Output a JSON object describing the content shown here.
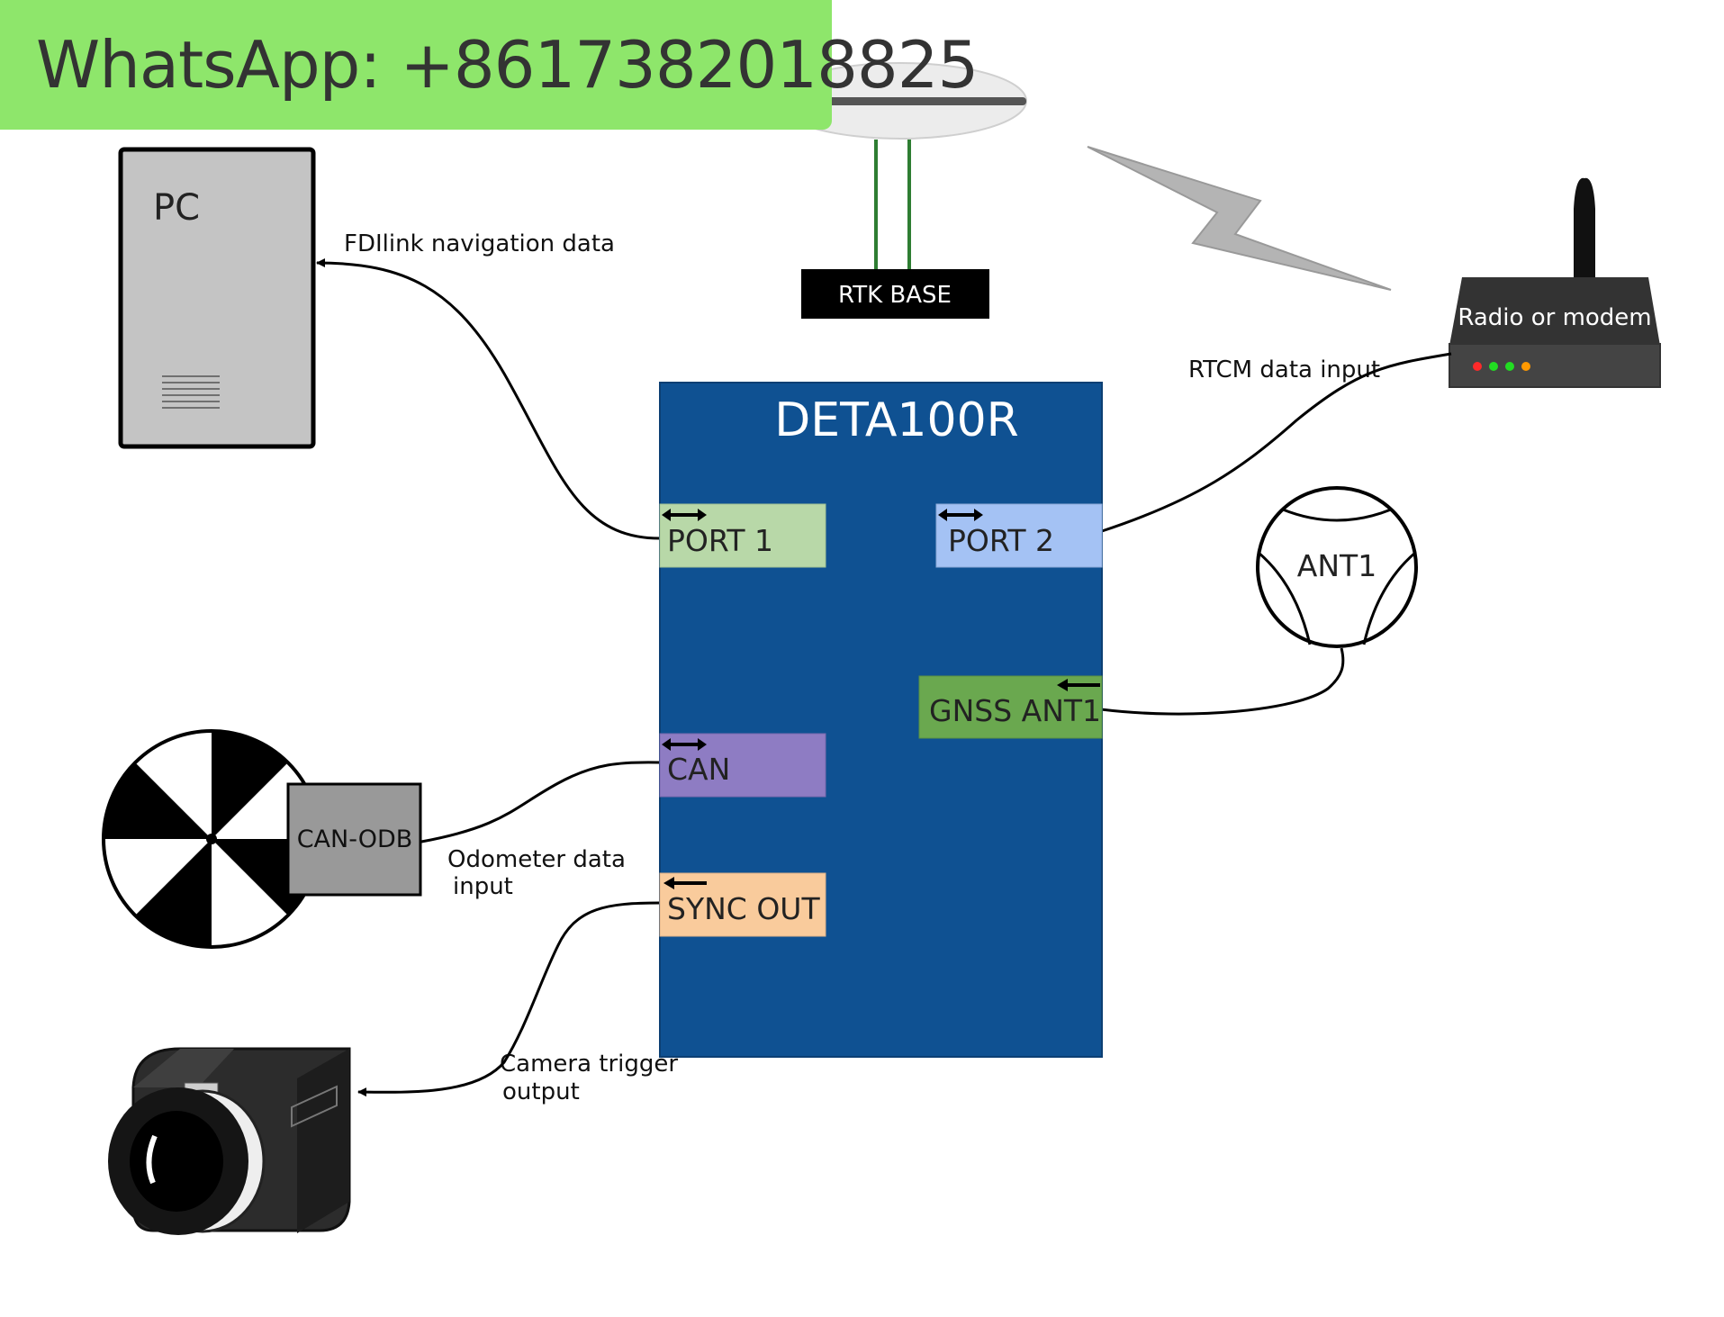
{
  "banner": {
    "text": "WhatsApp: +8617382018825",
    "color": "#8ee66b"
  },
  "main_module": {
    "title": "DETA100R",
    "color": "#0f5192"
  },
  "ports": {
    "port1": {
      "label": "PORT 1",
      "color": "#b8d8a8",
      "direction": "bidirectional"
    },
    "port2": {
      "label": "PORT 2",
      "color": "#a4c2f4",
      "direction": "bidirectional"
    },
    "gnss": {
      "label": "GNSS  ANT1",
      "color": "#6aa84f",
      "direction": "input"
    },
    "can": {
      "label": "CAN",
      "color": "#8e7cc3",
      "direction": "bidirectional"
    },
    "sync": {
      "label": "SYNC OUT",
      "color": "#f9cb9c",
      "direction": "output"
    }
  },
  "devices": {
    "pc": {
      "label": "PC",
      "icon": "pc-tower-icon"
    },
    "rtk": {
      "label": "RTK BASE",
      "icon": "gnss-antenna-icon"
    },
    "radio": {
      "label": "Radio or modem",
      "icon": "radio-modem-icon",
      "led_colors": [
        "#ff2a2a",
        "#22dd22",
        "#22dd22",
        "#ff9900"
      ]
    },
    "ant1": {
      "label": "ANT1",
      "icon": "antenna-ball-icon"
    },
    "canodb": {
      "label": "CAN-ODB",
      "icon": "odometer-wheel-icon"
    },
    "camera": {
      "icon": "camera-icon"
    }
  },
  "connections": {
    "pc_link": "FDIlink navigation data",
    "rtcm": "RTCM data input",
    "odometer": [
      "Odometer data",
      "input"
    ],
    "camera": [
      "Camera trigger",
      "output"
    ]
  },
  "wireless_link": {
    "icon": "lightning-bolt-icon"
  }
}
